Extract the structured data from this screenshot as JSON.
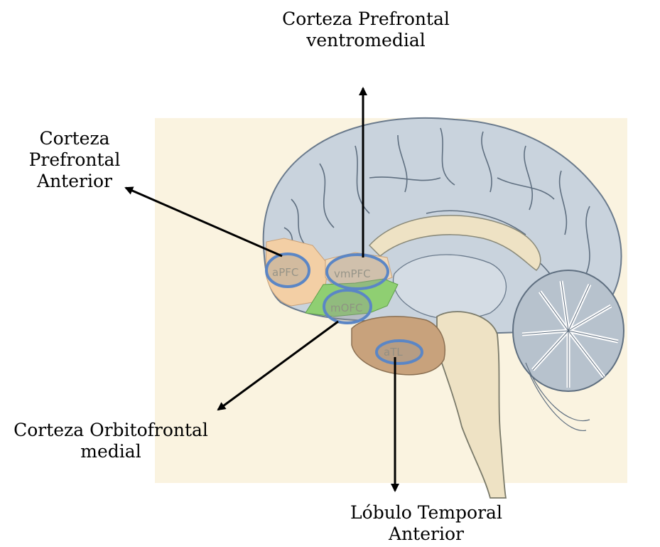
{
  "labels": {
    "vmpfc": {
      "line1": "Corteza Prefrontal",
      "line2": "ventromedial",
      "abbr": "vmPFC"
    },
    "apfc": {
      "line1": "Corteza",
      "line2": "Prefrontal",
      "line3": "Anterior",
      "abbr": "aPFC"
    },
    "mofc": {
      "line1": "Corteza Orbitofrontal",
      "line2": "medial",
      "abbr": "mOFC"
    },
    "atl": {
      "line1": "Lóbulo Temporal",
      "line2": "Anterior",
      "abbr": "aTL"
    }
  },
  "colors": {
    "background_panel": "#faf3e0",
    "cortex": "#c9d3dd",
    "sulci": "#5f6f80",
    "apfc_region": "#f3cfa5",
    "vmpfc_region": "#f0d8b8",
    "mofc_region": "#8fcf72",
    "atl_region": "#c8a27c",
    "brainstem": "#eee2c4",
    "ellipse_outline": "#5b86c5",
    "arrow": "#000000"
  }
}
